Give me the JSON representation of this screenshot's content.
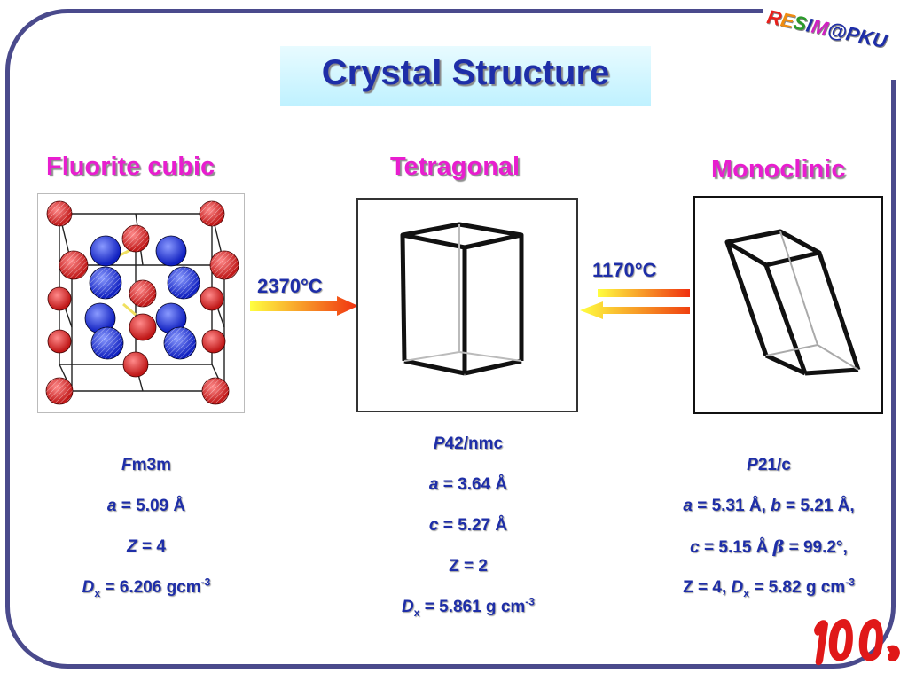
{
  "logo": {
    "letters": [
      "R",
      "E",
      "S",
      "I",
      "M",
      "@",
      "P",
      "K",
      "U"
    ],
    "colors": [
      "#e8201c",
      "#f08c10",
      "#2a9a2a",
      "#1e2ea8",
      "#d020c0",
      "#1e2ea8",
      "#1e2ea8",
      "#1e2ea8",
      "#1e2ea8"
    ]
  },
  "title": "Crystal Structure",
  "phases": {
    "fluorite": {
      "name": "Fluorite cubic",
      "space_group": {
        "italic": "F",
        "rest": "m3m"
      },
      "a": {
        "label": "a",
        "value": " = 5.09 Å"
      },
      "z": {
        "label": "Z",
        "value": " = 4"
      },
      "dx": {
        "label": "D",
        "sub": "x",
        "value": " = 6.206 gcm",
        "sup": "-3"
      }
    },
    "tetragonal": {
      "name": "Tetragonal",
      "space_group": {
        "italic": "P",
        "rest": "42/nmc"
      },
      "a": {
        "label": "a",
        "value": " = 3.64 Å"
      },
      "c": {
        "label": "c",
        "value": " = 5.27 Å"
      },
      "z": "Z = 2",
      "dx": {
        "label": "D",
        "sub": "x",
        "value": " = 5.861 g cm",
        "sup": "-3"
      }
    },
    "monoclinic": {
      "name": "Monoclinic",
      "space_group": {
        "italic": "P",
        "rest": "21/c"
      },
      "ab": {
        "a_label": "a",
        "a_value": " = 5.31 Å, ",
        "b_label": "b",
        "b_value": " = 5.21 Å,"
      },
      "c_beta": {
        "c_label": "c",
        "c_value": " = 5.15 Å ",
        "beta": "β",
        "beta_value": " = 99.2°,"
      },
      "z_dx": {
        "z": "Z = 4, ",
        "label": "D",
        "sub": "x",
        "value": " = 5.82 g cm",
        "sup": "-3"
      }
    }
  },
  "transitions": {
    "cubic_tetragonal": "2370°C",
    "tetragonal_monoclinic": "1170°C"
  },
  "colors": {
    "title_text": "#1e2ea8",
    "phase_title": "#e81ecf",
    "frame": "#4a4a8c",
    "title_bg": "#c8f4ff",
    "atom_red": "#d42020",
    "atom_blue": "#2030d0"
  }
}
